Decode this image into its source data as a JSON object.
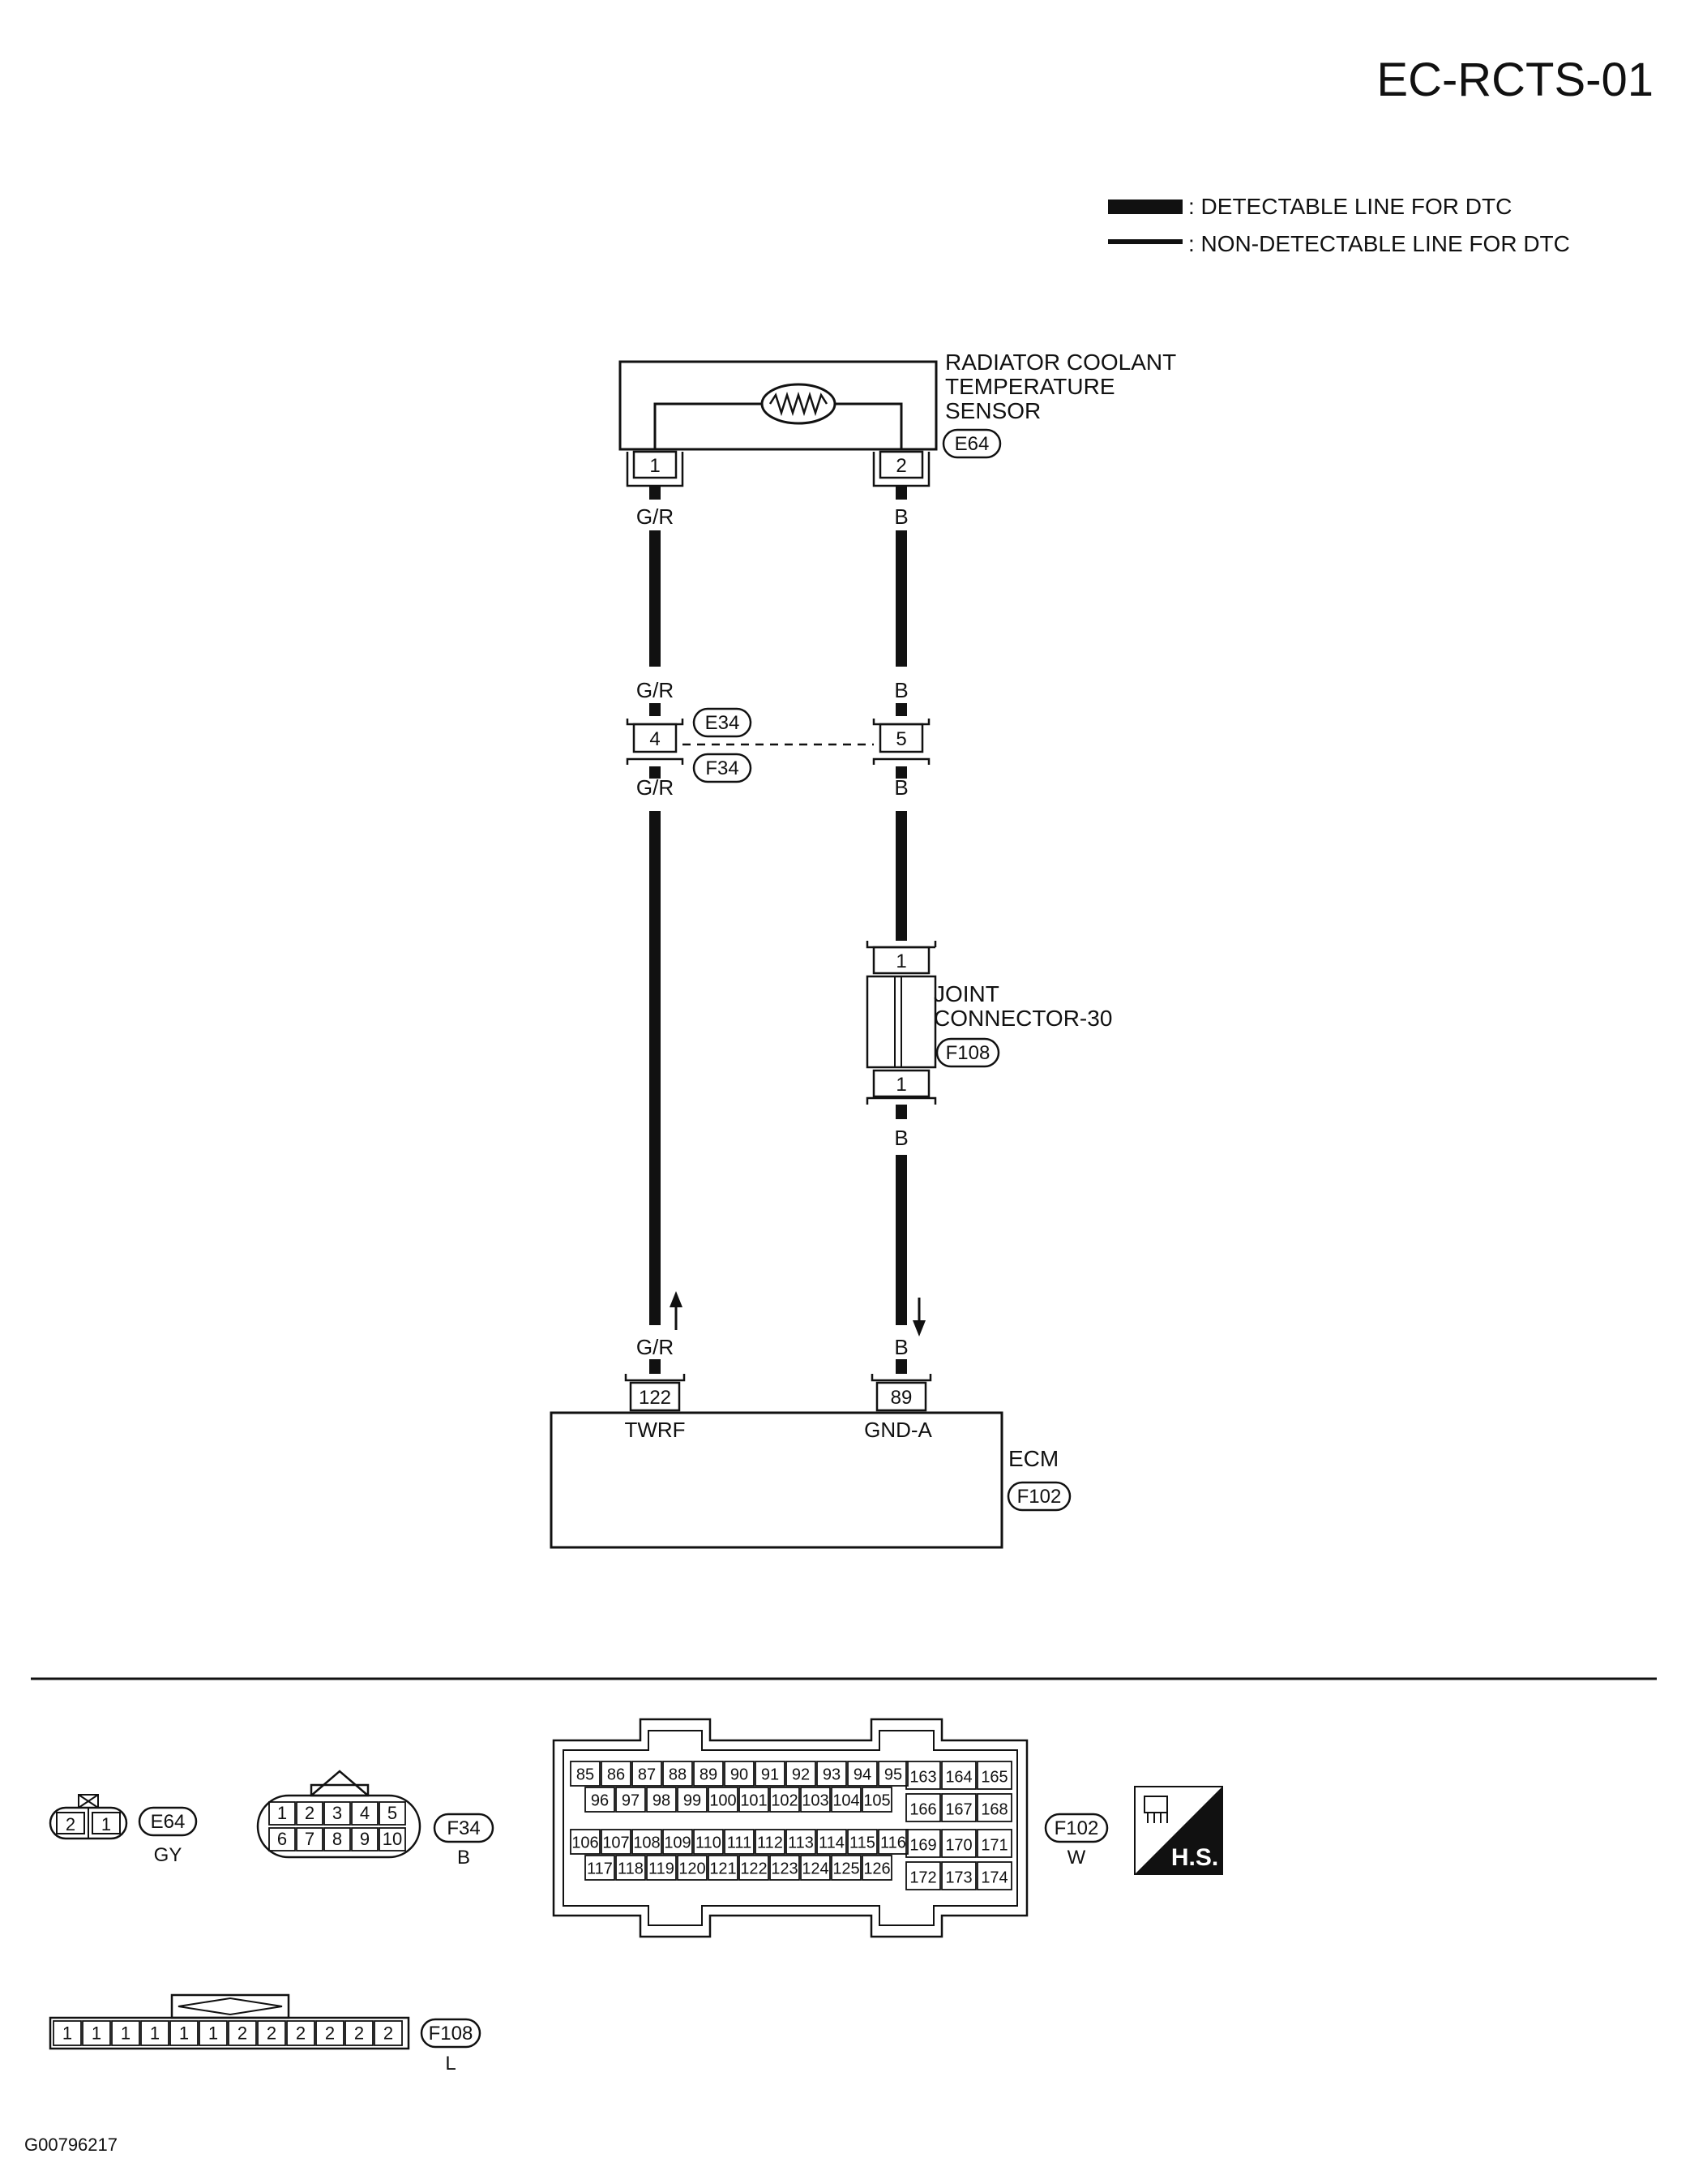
{
  "page_code": "EC-RCTS-01",
  "legend": {
    "detectable": ": DETECTABLE LINE FOR DTC",
    "non_detectable": ": NON-DETECTABLE LINE FOR DTC"
  },
  "sensor": {
    "name_line1": "RADIATOR COOLANT",
    "name_line2": "TEMPERATURE",
    "name_line3": "SENSOR",
    "connector": "E64",
    "pin_left": "1",
    "pin_right": "2"
  },
  "wires": {
    "left_color": "G/R",
    "right_color": "B"
  },
  "splice": {
    "connector_top": "E34",
    "connector_bottom": "F34",
    "pin_left": "4",
    "pin_right": "5"
  },
  "joint": {
    "name_line1": "JOINT",
    "name_line2": "CONNECTOR-30",
    "connector": "F108",
    "pin_top": "1",
    "pin_bottom": "1"
  },
  "ecm": {
    "name": "ECM",
    "connector": "F102",
    "pin_left": "122",
    "pin_right": "89",
    "terminal_left": "TWRF",
    "terminal_right": "GND-A"
  },
  "connector_views": {
    "e64": {
      "id": "E64",
      "color": "GY",
      "pins": [
        "2",
        "1"
      ]
    },
    "f34": {
      "id": "F34",
      "color": "B",
      "row1": [
        "1",
        "2",
        "3",
        "4",
        "5"
      ],
      "row2": [
        "6",
        "7",
        "8",
        "9",
        "10"
      ]
    },
    "f102": {
      "id": "F102",
      "color": "W",
      "row1": [
        "85",
        "86",
        "87",
        "88",
        "89",
        "90",
        "91",
        "92",
        "93",
        "94",
        "95"
      ],
      "row2": [
        "96",
        "97",
        "98",
        "99",
        "100",
        "101",
        "102",
        "103",
        "104",
        "105"
      ],
      "row3": [
        "106",
        "107",
        "108",
        "109",
        "110",
        "111",
        "112",
        "113",
        "114",
        "115",
        "116"
      ],
      "row4": [
        "117",
        "118",
        "119",
        "120",
        "121",
        "122",
        "123",
        "124",
        "125",
        "126"
      ],
      "right1": [
        "163",
        "164",
        "165"
      ],
      "right2": [
        "166",
        "167",
        "168"
      ],
      "right3": [
        "169",
        "170",
        "171"
      ],
      "right4": [
        "172",
        "173",
        "174"
      ]
    },
    "f108": {
      "id": "F108",
      "color": "L",
      "pins": [
        "1",
        "1",
        "1",
        "1",
        "1",
        "1",
        "2",
        "2",
        "2",
        "2",
        "2",
        "2"
      ]
    }
  },
  "hs_label": "H.S.",
  "figure_id": "G00796217",
  "colors": {
    "ink": "#111111",
    "background": "#ffffff"
  }
}
